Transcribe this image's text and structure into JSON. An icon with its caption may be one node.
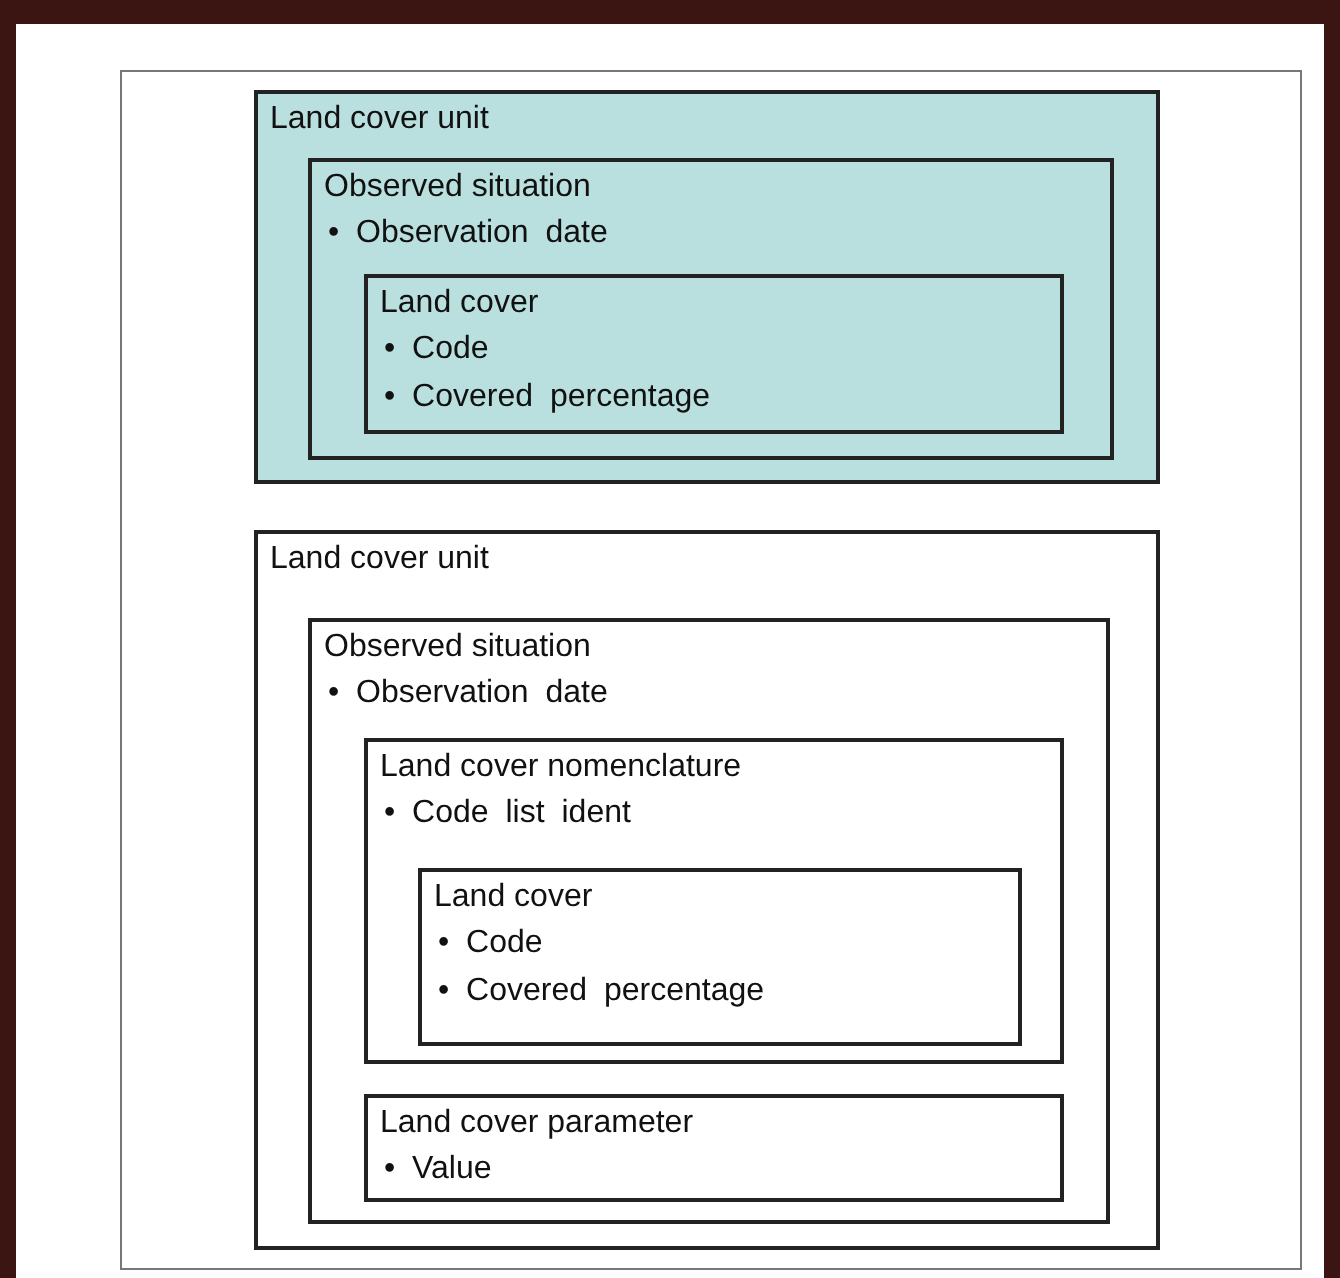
{
  "diagram": {
    "nodes": [
      {
        "text": [
          "Land cover unit"
        ]
      },
      {
        "text": [
          "Observed situation",
          "• Observation date"
        ],
        "in": 0
      },
      {
        "text": [
          "Land cover",
          "• Code",
          "• Covered percentage"
        ],
        "in": 1
      },
      {
        "text": [
          "Land cover unit"
        ]
      },
      {
        "text": [
          "Observed situation",
          "• Observation date"
        ],
        "in": 3
      },
      {
        "text": [
          "Land cover nomenclature",
          "• Code list ident"
        ],
        "in": 4
      },
      {
        "text": [
          "Land cover",
          "• Code",
          "• Covered percentage"
        ],
        "in": 5
      },
      {
        "text": [
          "Land cover parameter",
          "• Value"
        ],
        "in": 4
      }
    ]
  }
}
